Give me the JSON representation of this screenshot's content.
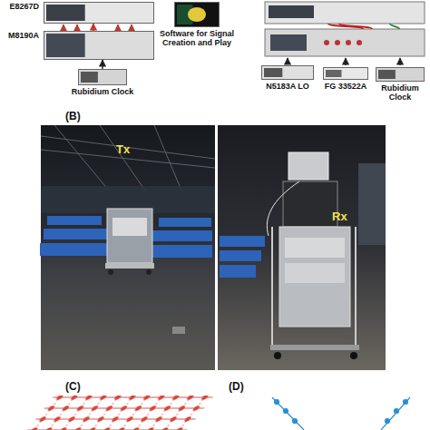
{
  "diagram": {
    "nodes": [
      {
        "text": [
          "E8267D"
        ]
      },
      {
        "text": [
          "M8190A"
        ]
      },
      {
        "text": [
          "Software for Signal Creation and Play"
        ]
      },
      {
        "text": [
          "Rubidium Clock"
        ]
      },
      {
        "text": [
          "N5183A LO"
        ]
      },
      {
        "text": [
          "FG 33522A"
        ]
      },
      {
        "text": [
          "Rubidium Clock"
        ]
      }
    ],
    "edges": [
      {
        "from": 3,
        "to": 1,
        "arrow": "to"
      },
      {
        "from": 1,
        "to": 0,
        "arrow": "to"
      }
    ],
    "labels": [
      "(B)",
      "Tx",
      "Rx",
      "(C)",
      "(D)"
    ]
  }
}
